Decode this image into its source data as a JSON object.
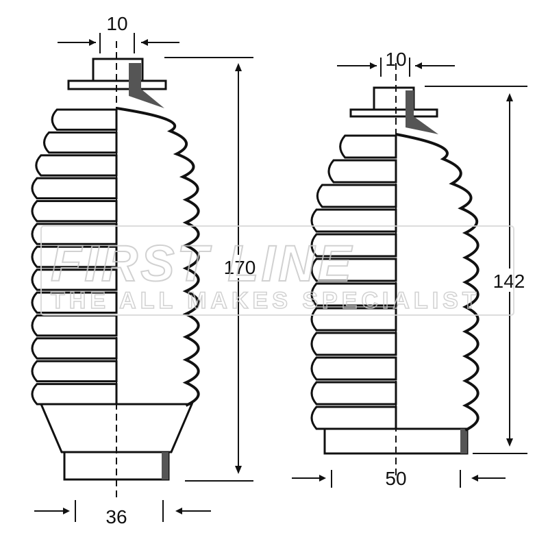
{
  "watermark": {
    "brand": "FIRST LINE",
    "tagline": "THE ALL MAKES SPECIALIST"
  },
  "boot_left": {
    "top_width_label": "10",
    "height_label": "170",
    "bottom_width_label": "36",
    "rib_count": 13
  },
  "boot_right": {
    "top_width_label": "10",
    "height_label": "142",
    "bottom_width_label": "50",
    "rib_count": 12
  },
  "colors": {
    "line": "#111111",
    "fill": "#ffffff",
    "shade": "#555555",
    "watermark": "#c9c9c9"
  }
}
